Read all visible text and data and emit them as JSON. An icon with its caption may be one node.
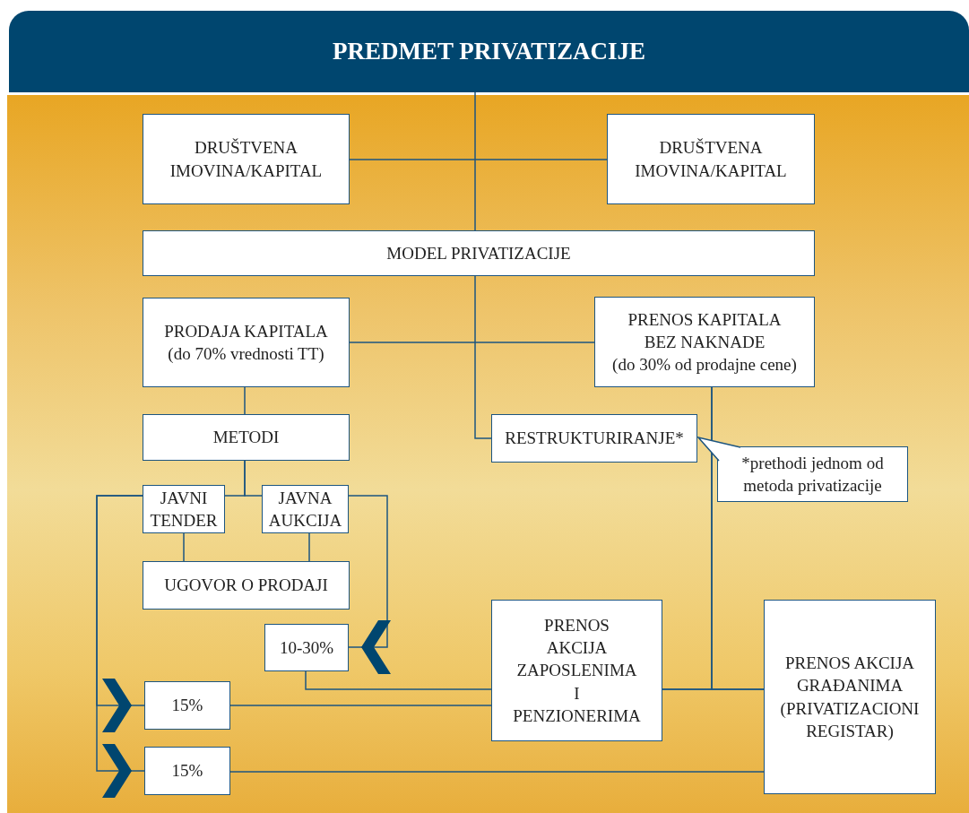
{
  "diagram": {
    "nodes": [
      {
        "text": [
          "PREDMET PRIVATIZACIJE"
        ]
      },
      {
        "text": [
          "DRUŠTVENA IMOVINA/KAPITAL"
        ]
      },
      {
        "text": [
          "DRUŠTVENA IMOVINA/KAPITAL"
        ]
      },
      {
        "text": [
          "MODEL PRIVATIZACIJE"
        ]
      },
      {
        "text": [
          "PRODAJA KAPITALA",
          "(do 70% vrednosti TT)"
        ]
      },
      {
        "text": [
          "PRENOS KAPITALA BEZ NAKNADE",
          "(do 30% od prodajne cene)"
        ]
      },
      {
        "text": [
          "METODI"
        ]
      },
      {
        "text": [
          "RESTRUKTURIRANJE*"
        ]
      },
      {
        "text": [
          "*prethodi jednom od metoda privatizacije"
        ]
      },
      {
        "text": [
          "JAVNI TENDER"
        ]
      },
      {
        "text": [
          "JAVNA AUKCIJA"
        ]
      },
      {
        "text": [
          "UGOVOR O PRODAJI"
        ]
      },
      {
        "text": [
          "10-30%"
        ]
      },
      {
        "text": [
          "15%"
        ]
      },
      {
        "text": [
          "15%"
        ]
      },
      {
        "text": [
          "PRENOS AKCIJA ZAPOSLENIMA I PENZIONERIMA"
        ]
      },
      {
        "text": [
          "PRENOS AKCIJA GRAĐANIMA (PRIVATIZACIONI REGISTAR)"
        ]
      }
    ],
    "edges": [
      {
        "from": 0,
        "to": 3,
        "arrow": "none"
      },
      {
        "from": 1,
        "to": 2,
        "arrow": "none"
      },
      {
        "from": 3,
        "to": 7,
        "arrow": "none"
      },
      {
        "from": 4,
        "to": 5,
        "arrow": "none"
      },
      {
        "from": 4,
        "to": 6,
        "arrow": "none"
      },
      {
        "from": 6,
        "to": 9,
        "arrow": "none"
      },
      {
        "from": 6,
        "to": 10,
        "arrow": "none"
      },
      {
        "from": 9,
        "to": 11,
        "arrow": "none"
      },
      {
        "from": 10,
        "to": 11,
        "arrow": "none"
      },
      {
        "from": 9,
        "to": 13,
        "arrow": "to"
      },
      {
        "from": 9,
        "to": 14,
        "arrow": "to"
      },
      {
        "from": 10,
        "to": 12,
        "arrow": "to"
      },
      {
        "from": 12,
        "to": 15,
        "arrow": "none"
      },
      {
        "from": 13,
        "to": 15,
        "arrow": "none"
      },
      {
        "from": 15,
        "to": 16,
        "arrow": "none"
      },
      {
        "from": 5,
        "to": 15,
        "arrow": "none"
      },
      {
        "from": 5,
        "to": 16,
        "arrow": "none"
      },
      {
        "from": 14,
        "to": 16,
        "arrow": "none"
      },
      {
        "from": 8,
        "to": 7,
        "arrow": "none"
      }
    ]
  }
}
